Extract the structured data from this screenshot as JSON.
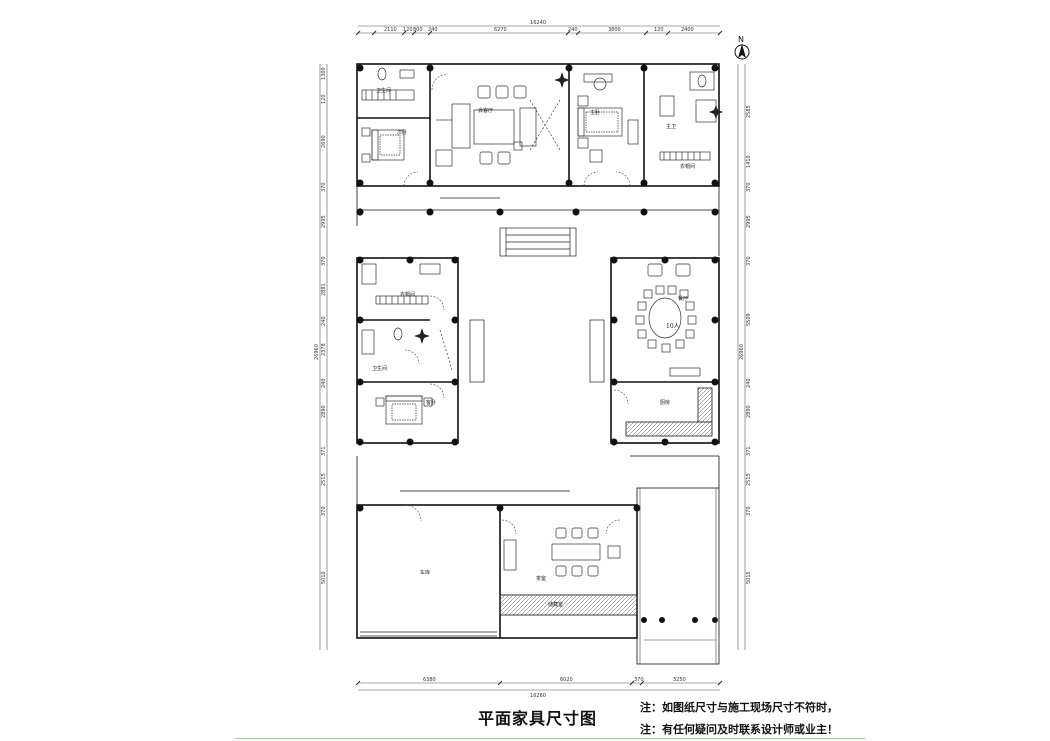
{
  "drawing": {
    "title": "平面家具尺寸图",
    "notes": [
      "注：如图纸尺寸与施工现场尺寸不符时，",
      "注：有任何疑问及时联系设计师或业主！"
    ],
    "north_label": "N"
  },
  "dimensions": {
    "top_total": "16240",
    "top_parts": [
      "2110",
      "120",
      "800",
      "240",
      "6270",
      "240",
      "3800",
      "120",
      "2400"
    ],
    "bottom_total": "16260",
    "bottom_parts": [
      "6380",
      "6020",
      "370",
      "3250"
    ],
    "left_total": "26960",
    "left_parts": [
      "1300",
      "120",
      "2690",
      "370",
      "2995",
      "370",
      "2881",
      "240",
      "2378",
      "240",
      "2890",
      "371",
      "2515",
      "370",
      "5010"
    ],
    "right_total": "26960",
    "right_parts": [
      "2585",
      "1410",
      "370",
      "2995",
      "370",
      "5509",
      "240",
      "2890",
      "371",
      "2515",
      "370",
      "5015"
    ]
  },
  "rooms": {
    "bedroom_top_left": "次卧",
    "bath_top_left": "卫生间",
    "living": "会客厅",
    "master": "主卧",
    "master_bath": "主卫",
    "cloak": "衣帽间",
    "bath_mid": "卫生间",
    "cloak_mid": "衣帽间",
    "bedroom_mid": "客卧",
    "dining": "餐厅",
    "kitchen": "厨房",
    "garage": "车库",
    "tea": "茶室",
    "storage": "储藏室",
    "table_label": "10人"
  }
}
